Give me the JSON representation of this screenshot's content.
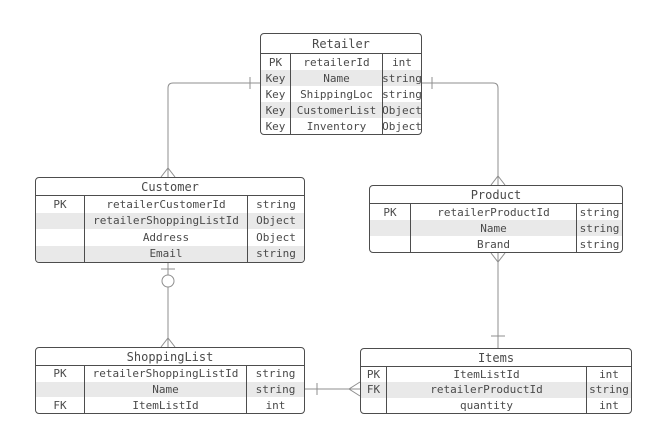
{
  "diagram": {
    "type": "entity-relationship",
    "notation": "crows-foot",
    "colors": {
      "background": "#ffffff",
      "entity_border": "#4d4d4d",
      "row_shade": "#e9e9e9",
      "text": "#4a4a4a",
      "edge_line": "#8f8f8f"
    },
    "entities": {
      "retailer": {
        "title": "Retailer",
        "rows": [
          {
            "key": "PK",
            "name": "retailerId",
            "type": "int"
          },
          {
            "key": "Key",
            "name": "Name",
            "type": "string"
          },
          {
            "key": "Key",
            "name": "ShippingLoc",
            "type": "string"
          },
          {
            "key": "Key",
            "name": "CustomerList",
            "type": "Object"
          },
          {
            "key": "Key",
            "name": "Inventory",
            "type": "Object"
          }
        ]
      },
      "customer": {
        "title": "Customer",
        "rows": [
          {
            "key": "PK",
            "name": "retailerCustomerId",
            "type": "string"
          },
          {
            "key": "",
            "name": "retailerShoppingListId",
            "type": "Object"
          },
          {
            "key": "",
            "name": "Address",
            "type": "Object"
          },
          {
            "key": "",
            "name": "Email",
            "type": "string"
          }
        ]
      },
      "product": {
        "title": "Product",
        "rows": [
          {
            "key": "PK",
            "name": "retailerProductId",
            "type": "string"
          },
          {
            "key": "",
            "name": "Name",
            "type": "string"
          },
          {
            "key": "",
            "name": "Brand",
            "type": "string"
          }
        ]
      },
      "shoppinglist": {
        "title": "ShoppingList",
        "rows": [
          {
            "key": "PK",
            "name": "retailerShoppingListId",
            "type": "string"
          },
          {
            "key": "",
            "name": "Name",
            "type": "string"
          },
          {
            "key": "FK",
            "name": "ItemListId",
            "type": "int"
          }
        ]
      },
      "items": {
        "title": "Items",
        "rows": [
          {
            "key": "PK",
            "name": "ItemListId",
            "type": "int"
          },
          {
            "key": "FK",
            "name": "retailerProductId",
            "type": "string"
          },
          {
            "key": "",
            "name": "quantity",
            "type": "int"
          }
        ]
      }
    },
    "relationships": [
      {
        "from": "Retailer",
        "to": "Customer",
        "from_cardinality": "one",
        "to_cardinality": "many"
      },
      {
        "from": "Retailer",
        "to": "Product",
        "from_cardinality": "one",
        "to_cardinality": "many"
      },
      {
        "from": "Customer",
        "to": "ShoppingList",
        "from_cardinality": "zero-or-one",
        "to_cardinality": "many"
      },
      {
        "from": "ShoppingList",
        "to": "Items",
        "from_cardinality": "one",
        "to_cardinality": "many"
      },
      {
        "from": "Product",
        "to": "Items",
        "from_cardinality": "many",
        "to_cardinality": "one"
      }
    ]
  }
}
